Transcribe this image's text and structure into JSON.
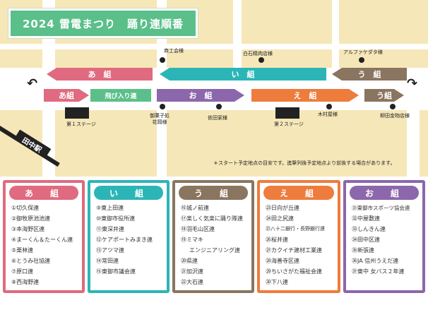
{
  "title": "2024 雷電まつり　踊り連順番",
  "colors": {
    "a": "#e06a7f",
    "i": "#2cb5b7",
    "u": "#8a7560",
    "e": "#ee7c3c",
    "o": "#8c67ab",
    "tobi": "#5bbf8a",
    "map_bg": "#f6e7b8"
  },
  "route": {
    "top_row": {
      "a": "あ　組",
      "i": "い　組",
      "u": "う　組"
    },
    "bottom_row": {
      "a": "あ組",
      "tobi": "飛び入り連",
      "o": "お　組",
      "e": "え　組",
      "u": "う組"
    }
  },
  "landmarks": {
    "shoko": "商工会様",
    "shiraishi": "白石精肉店様",
    "alpha": "アルファケダタ様",
    "gokashi": "御菓子処\n花岡様",
    "yoda": "依田家様",
    "kimura": "木村屋様",
    "yanagida": "柳田金物店様",
    "stage1": "第１ステージ",
    "stage2": "第２ステージ",
    "station": "田中駅"
  },
  "note": "＊スタート予定地点の目安です。進撃列後予定地点より前後する場合があります。",
  "groups": [
    {
      "head": "あ　組",
      "items": [
        "①切久保連",
        "②御牧原池池連",
        "③本海野区連",
        "④まーくん＆たーくん連",
        "⑤栗林連",
        "⑥とうみ社協連",
        "⑦原口連",
        "⑧西海野連"
      ]
    },
    {
      "head": "い　組",
      "items": [
        "⑨東上田連",
        "⑩東御市役所連",
        "⑪東深井連",
        "⑫ケアポートみまき連",
        "⑬アツマ連",
        "⑭常田連",
        "⑮東御市議会連"
      ]
    },
    {
      "head": "う　組",
      "items": [
        "⑯城ノ前連",
        "⑰楽しく気楽に踊り隊連",
        "⑱羽毛山区連",
        "⑲ミマキ",
        "エンジニアリング連",
        "⑳県連",
        "㉑加沢連",
        "㉒大石連"
      ]
    },
    {
      "head": "え　組",
      "items": [
        "㉓日向が丘連",
        "㉔田之尻連",
        "㉕八十二銀行・長野銀行連",
        "㉖桜井連",
        "㉗カクイチ建材工業連",
        "㉘海善寺区連",
        "㉙ちいさがた福祉会連",
        "㉚下八連"
      ]
    },
    {
      "head": "お　組",
      "items": [
        "㉛東御市スポーツ協会連",
        "㉜中屋敷連",
        "㉝しんきん連",
        "㉞田中区連",
        "㉟新張連",
        "㊱JA 信州うえだ連",
        "㊲東中 女バス２年連"
      ]
    }
  ]
}
